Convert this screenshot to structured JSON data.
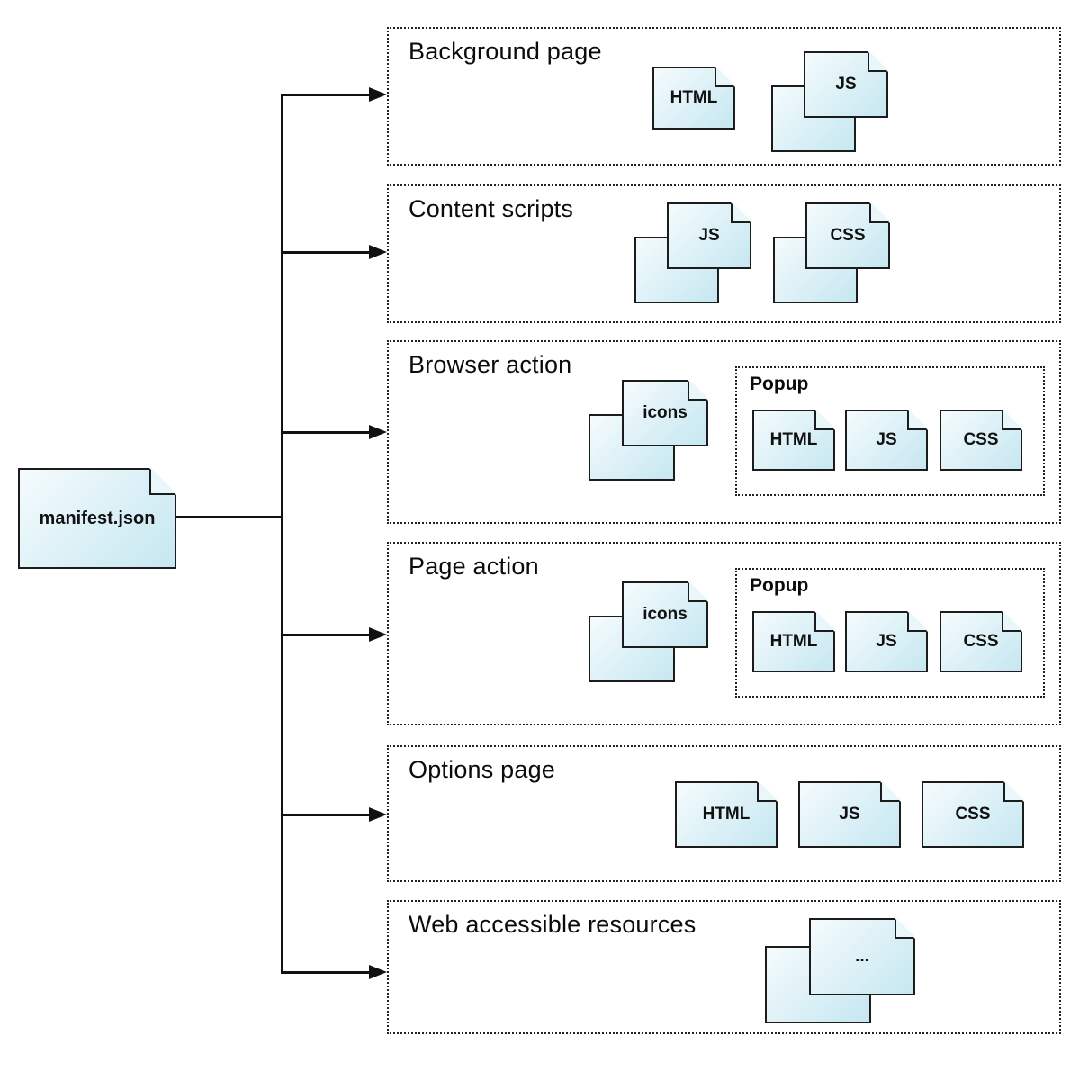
{
  "root": {
    "label": "manifest.json"
  },
  "colors": {
    "file_fill_light": "#f5fbfd",
    "file_fill_dark": "#c6e7f1",
    "line": "#111111",
    "border": "#1c1c1c"
  },
  "sections": [
    {
      "title": "Background page",
      "files": [
        {
          "label": "HTML",
          "kind": "single",
          "icon": "html-file-icon"
        },
        {
          "label": "JS",
          "kind": "stack",
          "icon": "js-files-stack-icon"
        }
      ]
    },
    {
      "title": "Content scripts",
      "files": [
        {
          "label": "JS",
          "kind": "stack",
          "icon": "js-files-stack-icon"
        },
        {
          "label": "CSS",
          "kind": "stack",
          "icon": "css-files-stack-icon"
        }
      ]
    },
    {
      "title": "Browser action",
      "files": [
        {
          "label": "icons",
          "kind": "stack",
          "icon": "icons-files-stack-icon"
        }
      ],
      "popup": {
        "title": "Popup",
        "files": [
          {
            "label": "HTML",
            "kind": "single",
            "icon": "html-file-icon"
          },
          {
            "label": "JS",
            "kind": "single",
            "icon": "js-file-icon"
          },
          {
            "label": "CSS",
            "kind": "single",
            "icon": "css-file-icon"
          }
        ]
      }
    },
    {
      "title": "Page action",
      "files": [
        {
          "label": "icons",
          "kind": "stack",
          "icon": "icons-files-stack-icon"
        }
      ],
      "popup": {
        "title": "Popup",
        "files": [
          {
            "label": "HTML",
            "kind": "single",
            "icon": "html-file-icon"
          },
          {
            "label": "JS",
            "kind": "single",
            "icon": "js-file-icon"
          },
          {
            "label": "CSS",
            "kind": "single",
            "icon": "css-file-icon"
          }
        ]
      }
    },
    {
      "title": "Options page",
      "files": [
        {
          "label": "HTML",
          "kind": "single",
          "icon": "html-file-icon"
        },
        {
          "label": "JS",
          "kind": "single",
          "icon": "js-file-icon"
        },
        {
          "label": "CSS",
          "kind": "single",
          "icon": "css-file-icon"
        }
      ]
    },
    {
      "title": "Web accessible resources",
      "files": [
        {
          "label": "...",
          "kind": "stack",
          "icon": "generic-files-stack-icon"
        }
      ]
    }
  ]
}
